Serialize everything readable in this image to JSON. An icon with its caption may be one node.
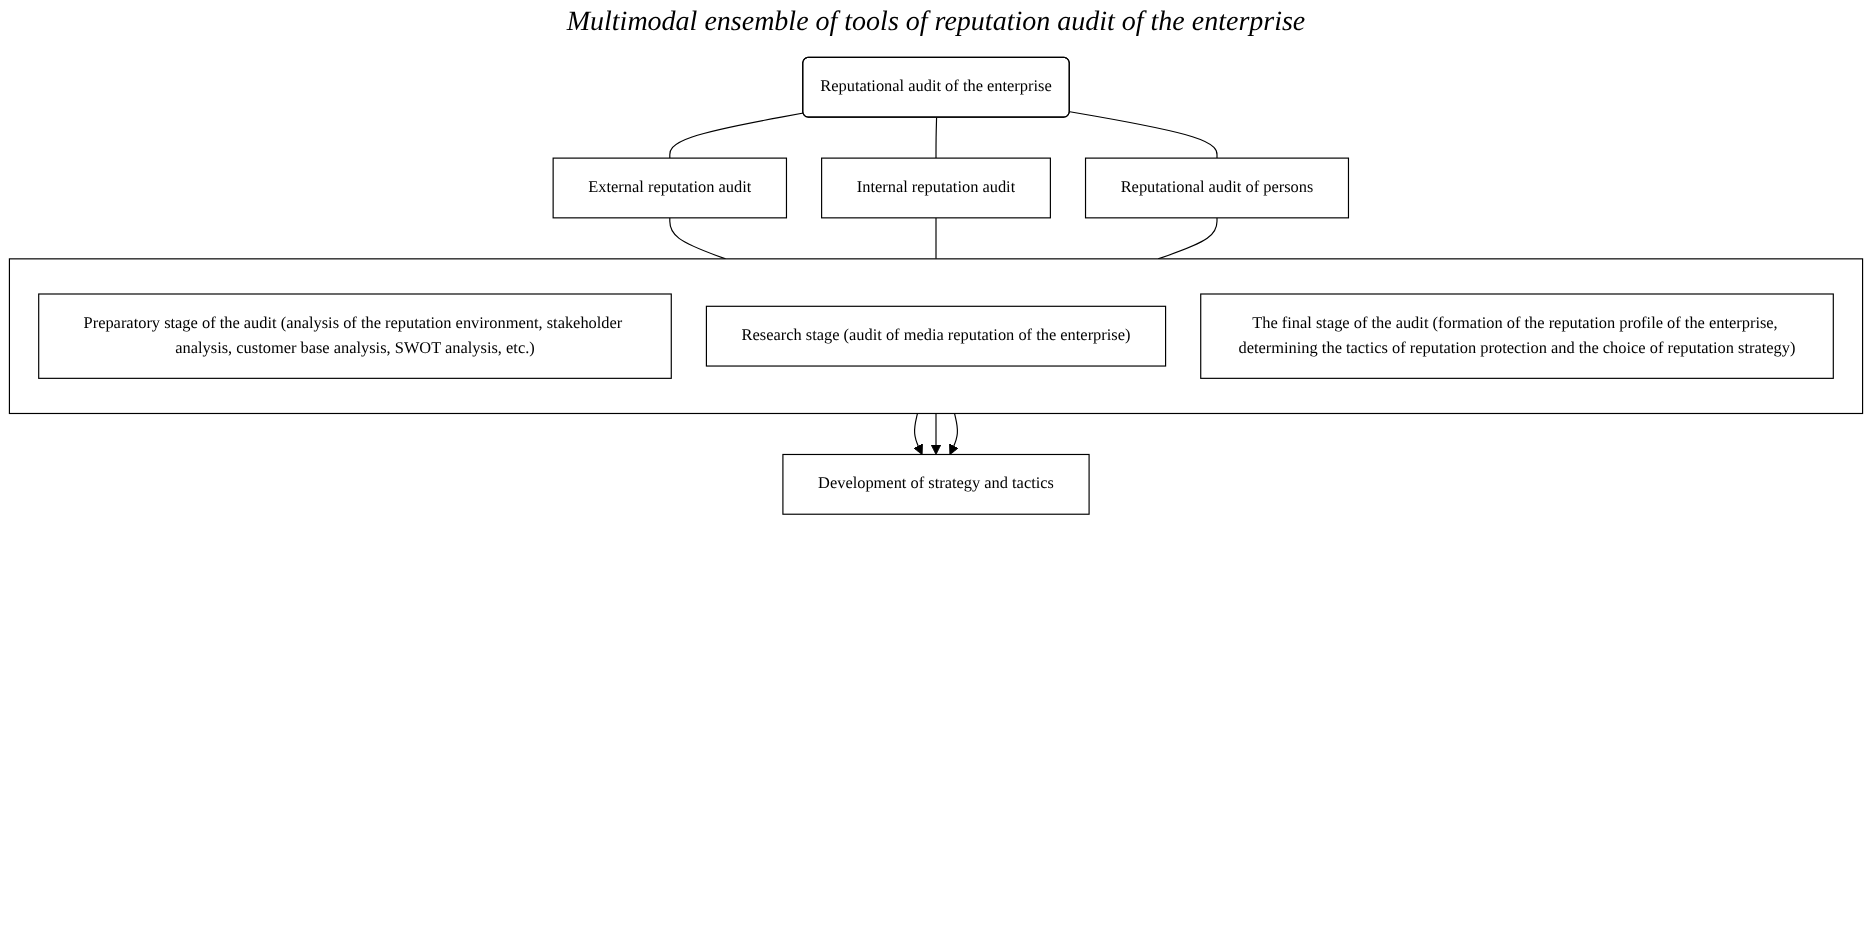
{
  "diagram": {
    "nodes": [
      {
        "text": [
          "Reputational audit of the enterprise"
        ]
      },
      {
        "text": [
          "External reputation audit"
        ]
      },
      {
        "text": [
          "Internal reputation audit"
        ]
      },
      {
        "text": [
          "Reputational audit of persons"
        ]
      },
      {
        "text": [],
        "shape": "box"
      },
      {
        "text": [
          "Preparatory stage of the audit (analysis of the reputation environment, stakeholder analysis, customer base analysis, SWOT analysis, etc.)"
        ],
        "in": 4
      },
      {
        "text": [
          "Research stage (audit of media reputation of the enterprise)"
        ],
        "in": 4
      },
      {
        "text": [
          "The final stage of the audit (formation of the reputation profile of the enterprise, determining the tactics of reputation protection and the choice of reputation strategy)"
        ],
        "in": 4
      },
      {
        "text": [
          "Development of strategy and tactics"
        ]
      }
    ],
    "edges": [
      {
        "from": 0,
        "to": 1,
        "arrow": "none"
      },
      {
        "from": 0,
        "to": 2,
        "arrow": "none"
      },
      {
        "from": 0,
        "to": 3,
        "arrow": "none"
      },
      {
        "from": 1,
        "to": 4,
        "arrow": "none"
      },
      {
        "from": 2,
        "to": 4,
        "arrow": "none"
      },
      {
        "from": 3,
        "to": 4,
        "arrow": "none"
      },
      {
        "from": 4,
        "to": 8,
        "arrow": "to"
      },
      {
        "from": 4,
        "to": 8,
        "arrow": "to"
      },
      {
        "from": 4,
        "to": 8,
        "arrow": "to"
      }
    ],
    "labels": [
      "Multimodal ensemble of tools of reputation audit of the enterprise"
    ]
  }
}
